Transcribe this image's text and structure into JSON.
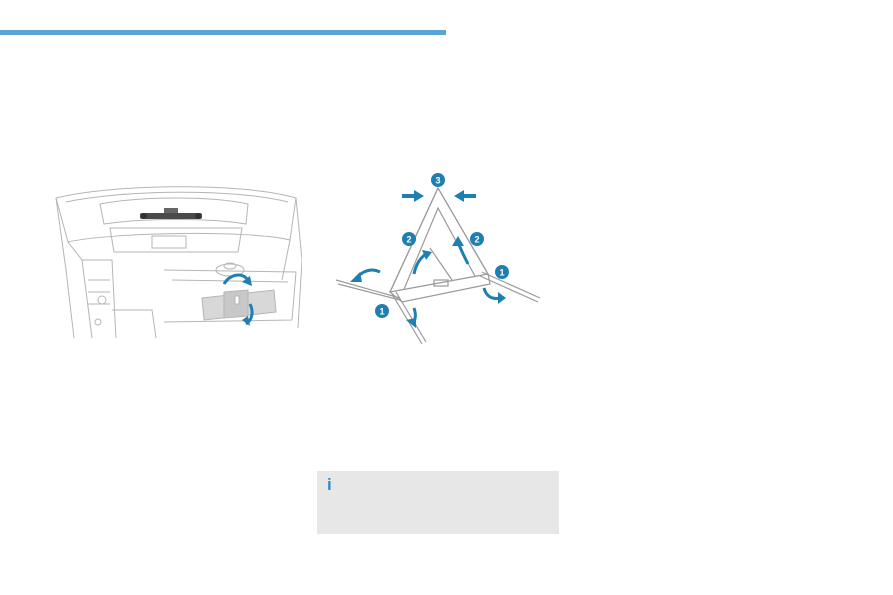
{
  "header": {
    "accent_color": "#5aa3d6"
  },
  "figures": {
    "triangle_steps": {
      "step1": "1",
      "step2": "2",
      "step3": "3"
    }
  },
  "info_box": {
    "icon": "info-icon",
    "icon_glyph": "i",
    "background": "#e7e7e7"
  },
  "colors": {
    "arrow": "#1f7fb3",
    "line": "#9a9a9a",
    "badge": "#1f7fb3"
  }
}
